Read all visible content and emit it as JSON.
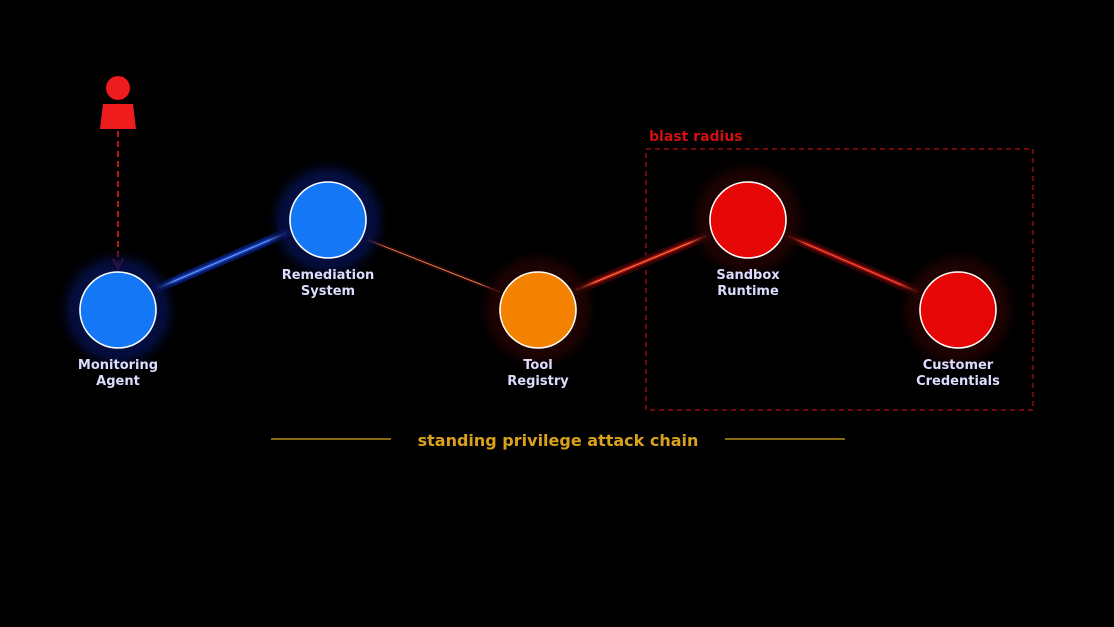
{
  "diagram": {
    "caption": "standing privilege attack chain",
    "blast_radius_label": "blast radius",
    "colors": {
      "background": "#000000",
      "agent_blue": "#1477f5",
      "tool_orange": "#f28200",
      "compromised_red": "#e60606",
      "caption_gold": "#d9a21a",
      "label_text": "#dcdcff"
    },
    "attacker": {
      "icon": "person-icon",
      "color": "#ee1c1c"
    },
    "nodes": [
      {
        "id": "monitoring",
        "line1": "Monitoring",
        "line2": "Agent",
        "status": "trusted"
      },
      {
        "id": "remediation",
        "line1": "Remediation",
        "line2": "System",
        "status": "trusted"
      },
      {
        "id": "tool",
        "line1": "Tool",
        "line2": "Registry",
        "status": "tampered"
      },
      {
        "id": "sandbox",
        "line1": "Sandbox",
        "line2": "Runtime",
        "status": "compromised"
      },
      {
        "id": "credentials",
        "line1": "Customer",
        "line2": "Credentials",
        "status": "compromised"
      }
    ],
    "links": [
      {
        "from": "monitoring",
        "to": "remediation",
        "kind": "trusted"
      },
      {
        "from": "remediation",
        "to": "tool",
        "kind": "transition"
      },
      {
        "from": "tool",
        "to": "sandbox",
        "kind": "hot"
      },
      {
        "from": "sandbox",
        "to": "credentials",
        "kind": "compromised"
      }
    ]
  }
}
